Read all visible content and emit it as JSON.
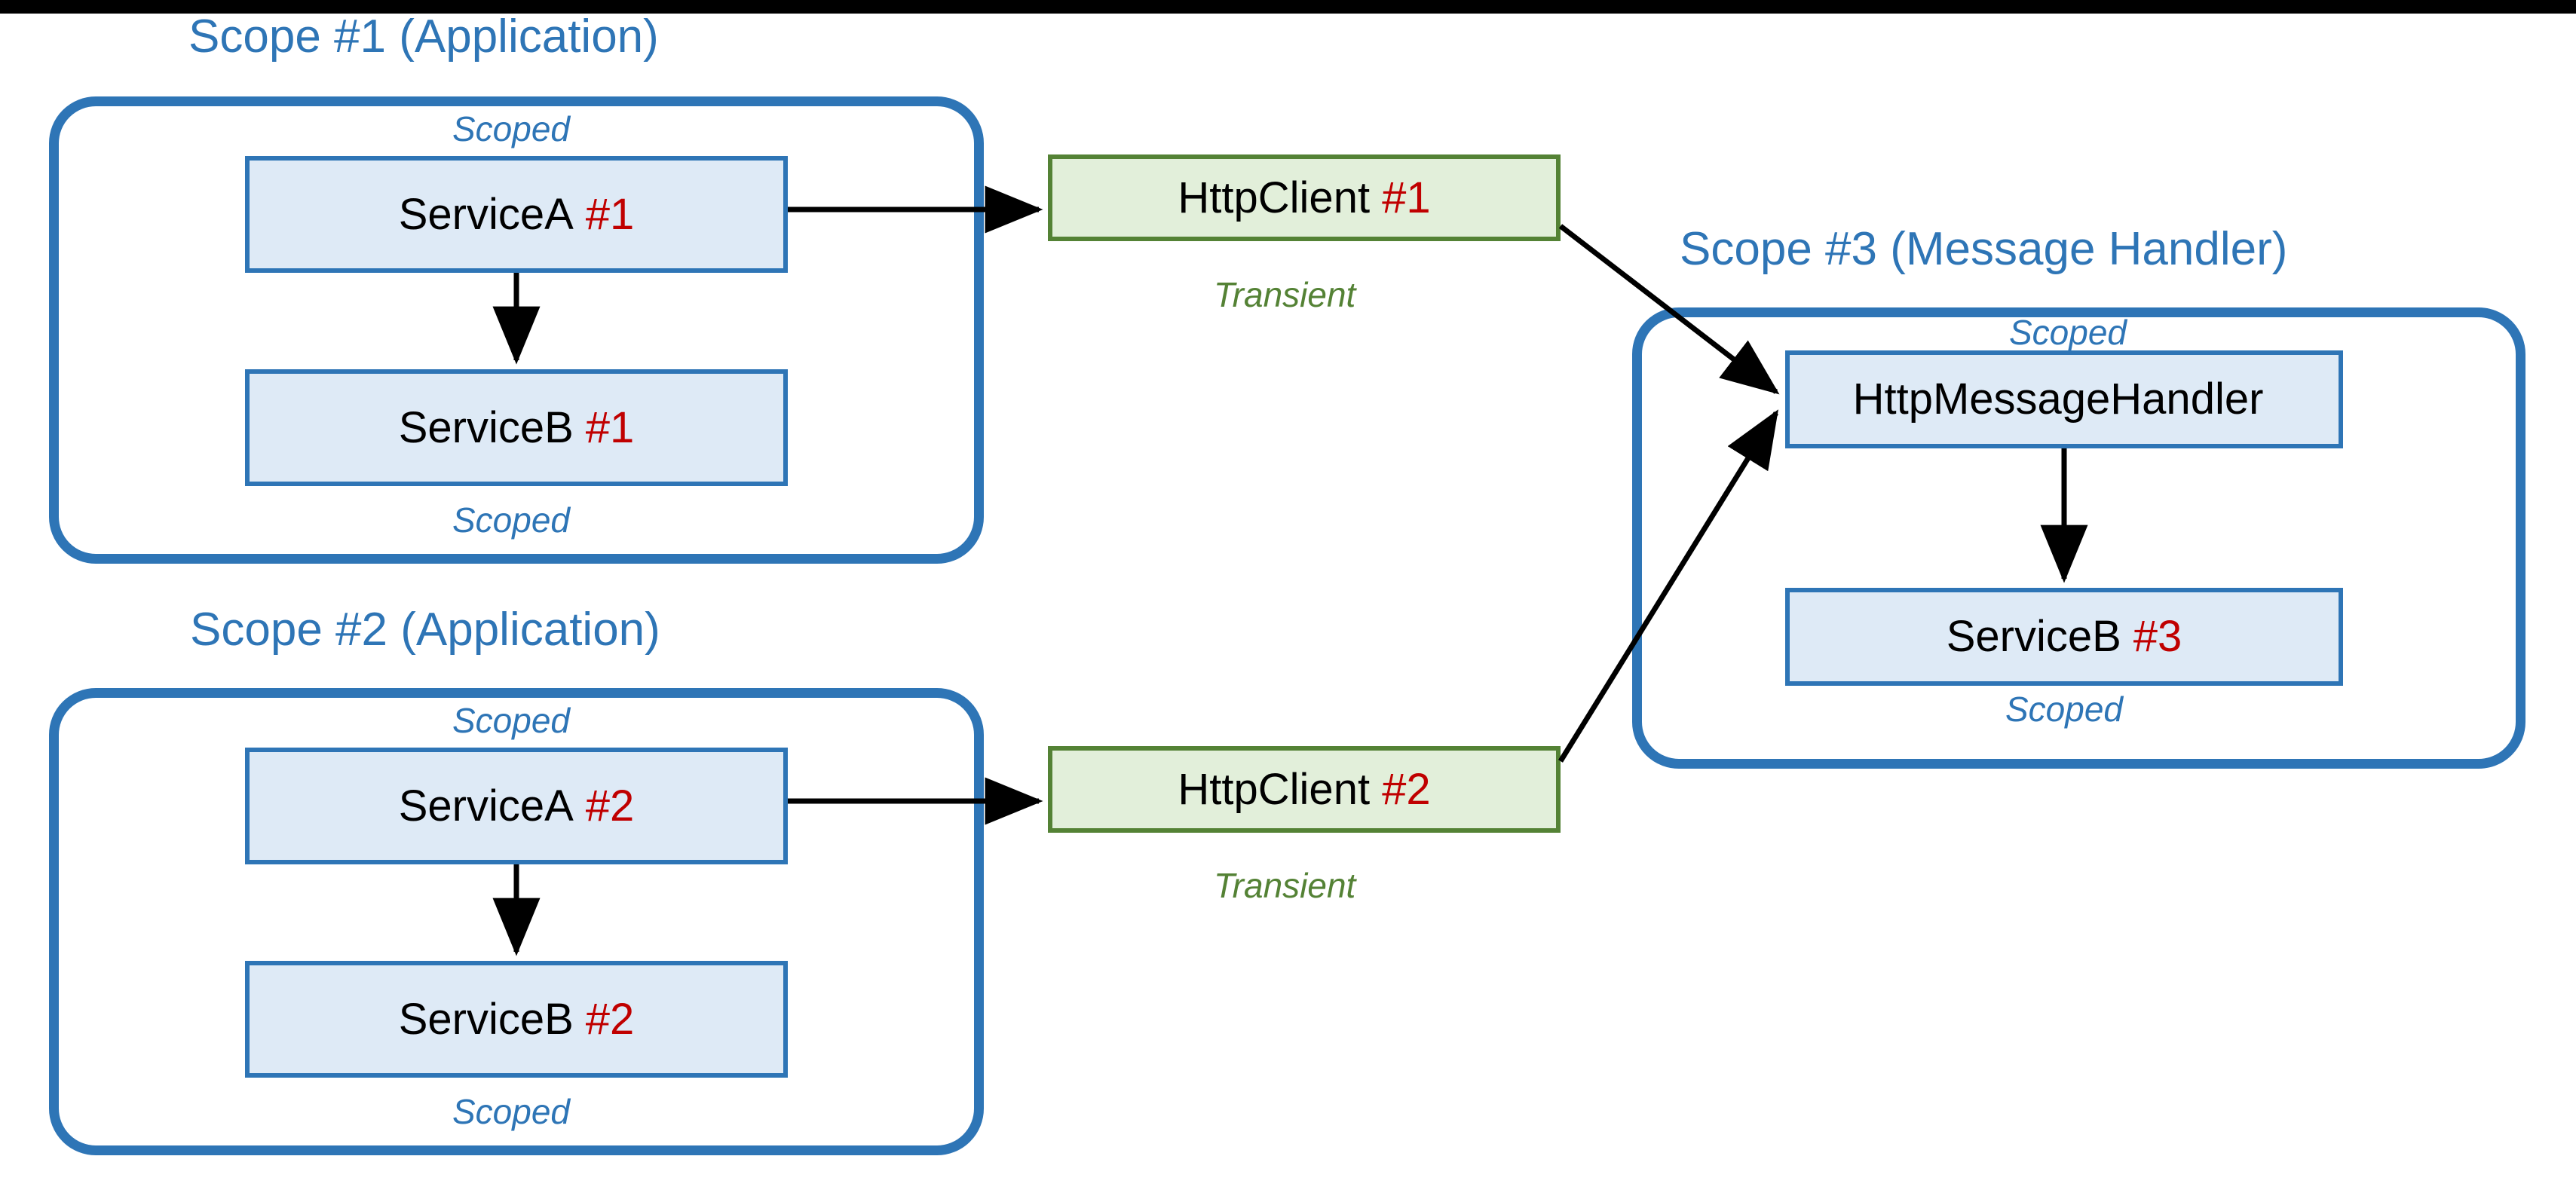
{
  "diagram": {
    "title": "DI scopes with HttpClient and HttpMessageHandler",
    "colors": {
      "scope_border": "#2E75B6",
      "scope_title": "#2E75B6",
      "node_blue_fill": "#DEEAF6",
      "node_blue_border": "#2E75B6",
      "node_green_fill": "#E2EFDA",
      "node_green_border": "#548235",
      "number_red": "#C00000",
      "scoped_label": "#2E75B6",
      "transient_label": "#548235",
      "arrow": "#000000",
      "background": "#FFFFFF",
      "top_band": "#000000"
    },
    "lifetimes": {
      "scoped": "Scoped",
      "transient": "Transient"
    },
    "scopes": [
      {
        "id": "scope-1",
        "title": "Scope #1 (Application)",
        "nodes": [
          {
            "id": "service-a-1",
            "label": "ServiceA",
            "number": "#1",
            "lifetime": "Scoped",
            "lifetime_position": "above"
          },
          {
            "id": "service-b-1",
            "label": "ServiceB",
            "number": "#1",
            "lifetime": "Scoped",
            "lifetime_position": "below"
          }
        ]
      },
      {
        "id": "scope-2",
        "title": "Scope #2 (Application)",
        "nodes": [
          {
            "id": "service-a-2",
            "label": "ServiceA",
            "number": "#2",
            "lifetime": "Scoped",
            "lifetime_position": "above"
          },
          {
            "id": "service-b-2",
            "label": "ServiceB",
            "number": "#2",
            "lifetime": "Scoped",
            "lifetime_position": "below"
          }
        ]
      },
      {
        "id": "scope-3",
        "title": "Scope #3 (Message Handler)",
        "nodes": [
          {
            "id": "http-message-handler",
            "label": "HttpMessageHandler",
            "number": "",
            "lifetime": "Scoped",
            "lifetime_position": "above"
          },
          {
            "id": "service-b-3",
            "label": "ServiceB",
            "number": "#3",
            "lifetime": "Scoped",
            "lifetime_position": "below"
          }
        ]
      }
    ],
    "free_nodes": [
      {
        "id": "http-client-1",
        "label": "HttpClient",
        "number": "#1",
        "lifetime": "Transient",
        "lifetime_position": "below"
      },
      {
        "id": "http-client-2",
        "label": "HttpClient",
        "number": "#2",
        "lifetime": "Transient",
        "lifetime_position": "below"
      }
    ],
    "edges": [
      {
        "from": "service-a-1",
        "to": "service-b-1",
        "style": "solid-arrow"
      },
      {
        "from": "service-a-1",
        "to": "http-client-1",
        "style": "solid-arrow"
      },
      {
        "from": "http-client-1",
        "to": "http-message-handler",
        "style": "solid-arrow"
      },
      {
        "from": "service-a-2",
        "to": "service-b-2",
        "style": "solid-arrow"
      },
      {
        "from": "service-a-2",
        "to": "http-client-2",
        "style": "solid-arrow"
      },
      {
        "from": "http-client-2",
        "to": "http-message-handler",
        "style": "solid-arrow"
      },
      {
        "from": "http-message-handler",
        "to": "service-b-3",
        "style": "solid-arrow"
      }
    ]
  }
}
